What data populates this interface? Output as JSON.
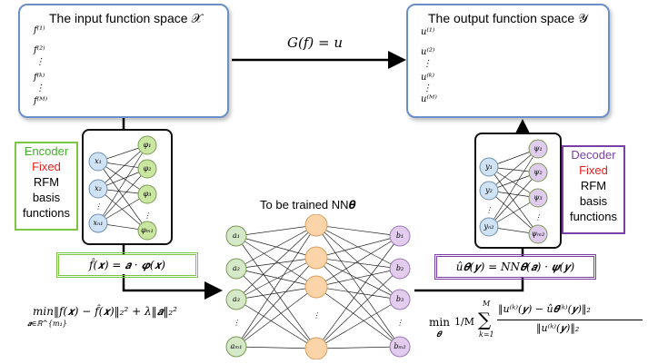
{
  "input_space": {
    "title": "The input function space 𝒳",
    "labels": [
      "f⁽¹⁾",
      "f⁽²⁾",
      "⋮",
      "f⁽ᵏ⁾",
      "⋮",
      "f⁽ᴹ⁾"
    ],
    "curve_colors": [
      "#9b4fb0",
      "#29b5e6",
      "#78b13f",
      "#2f5597"
    ]
  },
  "output_space": {
    "title": "The output function space 𝒴",
    "labels": [
      "u⁽¹⁾",
      "u⁽²⁾",
      "⋮",
      "u⁽ᵏ⁾",
      "⋮",
      "u⁽ᴹ⁾"
    ],
    "curve_colors": [
      "#ed7d31",
      "#29b5e6",
      "#808080",
      "#f5c000"
    ]
  },
  "operator_label": "G(f) = u",
  "encoder": {
    "label": "Encoder",
    "fixed": "Fixed",
    "line3": "RFM",
    "line4": "basis",
    "line5": "functions",
    "inputs": [
      "x₁",
      "x₂",
      "⋮",
      "xₙ₁"
    ],
    "outputs": [
      "φ₁",
      "φ₂",
      "φ₃",
      "⋮",
      "φₘ₁"
    ],
    "formula": "f̂(𝒙) = 𝒂 · 𝝋(𝒙)"
  },
  "decoder": {
    "label": "Decoder",
    "fixed": "Fixed",
    "line3": "RFM",
    "line4": "basis",
    "line5": "functions",
    "inputs": [
      "y₁",
      "y₂",
      "⋮",
      "yₙ₂"
    ],
    "outputs": [
      "ψ₁",
      "ψ₂",
      "ψ₃",
      "⋮",
      "ψₘ₂"
    ],
    "formula": "û𝜽(𝒚) = NN𝜽(𝒂) · 𝝍(𝒚)"
  },
  "trained_network": {
    "title": "To be trained NN𝜽",
    "inputs": [
      "a₁",
      "a₂",
      "a₃",
      "⋮",
      "aₘ₁"
    ],
    "outputs": [
      "b₁",
      "b₂",
      "b₃",
      "⋮",
      "bₘ₂"
    ]
  },
  "loss_left": "min‖f(𝒙) − f̂(𝒙)‖₂² + λ‖𝒂‖₂²",
  "loss_left_sub": "𝒂∈ℝ^{m₁}",
  "loss_right_min": "min",
  "loss_right_sub": "𝜽",
  "loss_right_frac": "1/M",
  "loss_right_sum_top": "M",
  "loss_right_sum_bottom": "k=1",
  "loss_right_numerator": "‖u⁽ᵏ⁾(𝒚) − û𝜽⁽ᵏ⁾(𝒚)‖₂",
  "loss_right_denominator": "‖u⁽ᵏ⁾(𝒚)‖₂",
  "colors": {
    "encoder_green": "#7cc644",
    "decoder_purple": "#7a3fa5",
    "fixed_red": "#e8201e",
    "encoder_text_green": "#43b02a",
    "decoder_text_purple": "#7a3fa5",
    "x_node": "#cfe3f5",
    "phi_node": "#c9e7a1",
    "a_node": "#d5e8c8",
    "hidden_node": "#fbd5a9",
    "b_node": "#e3cdee"
  }
}
